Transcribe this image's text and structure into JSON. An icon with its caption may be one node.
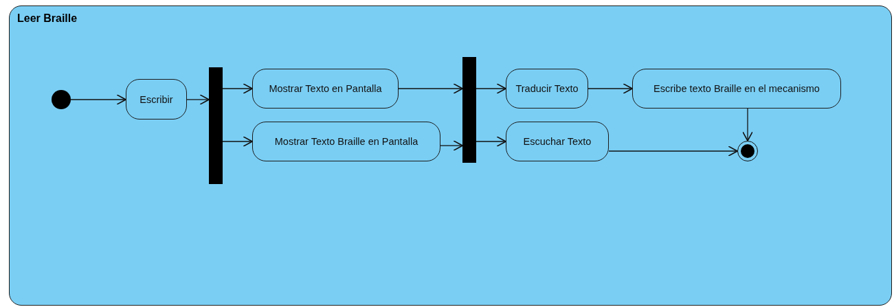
{
  "diagram": {
    "nodes": [
      {
        "text": [
          "Leer Braille"
        ]
      },
      {
        "text": [],
        "shape": "circle",
        "in": 0
      },
      {
        "text": [
          "Escribir"
        ],
        "in": 0
      },
      {
        "text": [],
        "shape": "bar",
        "in": 0
      },
      {
        "text": [
          "Mostrar Texto en Pantalla"
        ],
        "in": 0
      },
      {
        "text": [
          "Mostrar Texto Braille en Pantalla"
        ],
        "in": 0
      },
      {
        "text": [],
        "shape": "bar",
        "in": 0
      },
      {
        "text": [
          "Traducir Texto"
        ],
        "in": 0
      },
      {
        "text": [
          "Escuchar Texto"
        ],
        "in": 0
      },
      {
        "text": [
          "Escribe texto Braille en el mecanismo"
        ],
        "in": 0
      },
      {
        "text": [],
        "shape": "circle",
        "in": 0
      }
    ],
    "edges": [
      {
        "from": 1,
        "to": 2,
        "arrow": "to"
      },
      {
        "from": 2,
        "to": 3,
        "arrow": "to"
      },
      {
        "from": 3,
        "to": 4,
        "arrow": "to"
      },
      {
        "from": 3,
        "to": 5,
        "arrow": "to"
      },
      {
        "from": 4,
        "to": 6,
        "arrow": "to"
      },
      {
        "from": 5,
        "to": 6,
        "arrow": "to"
      },
      {
        "from": 6,
        "to": 7,
        "arrow": "to"
      },
      {
        "from": 6,
        "to": 8,
        "arrow": "to"
      },
      {
        "from": 7,
        "to": 9,
        "arrow": "to"
      },
      {
        "from": 9,
        "to": 10,
        "arrow": "to"
      },
      {
        "from": 8,
        "to": 10,
        "arrow": "to"
      }
    ]
  }
}
